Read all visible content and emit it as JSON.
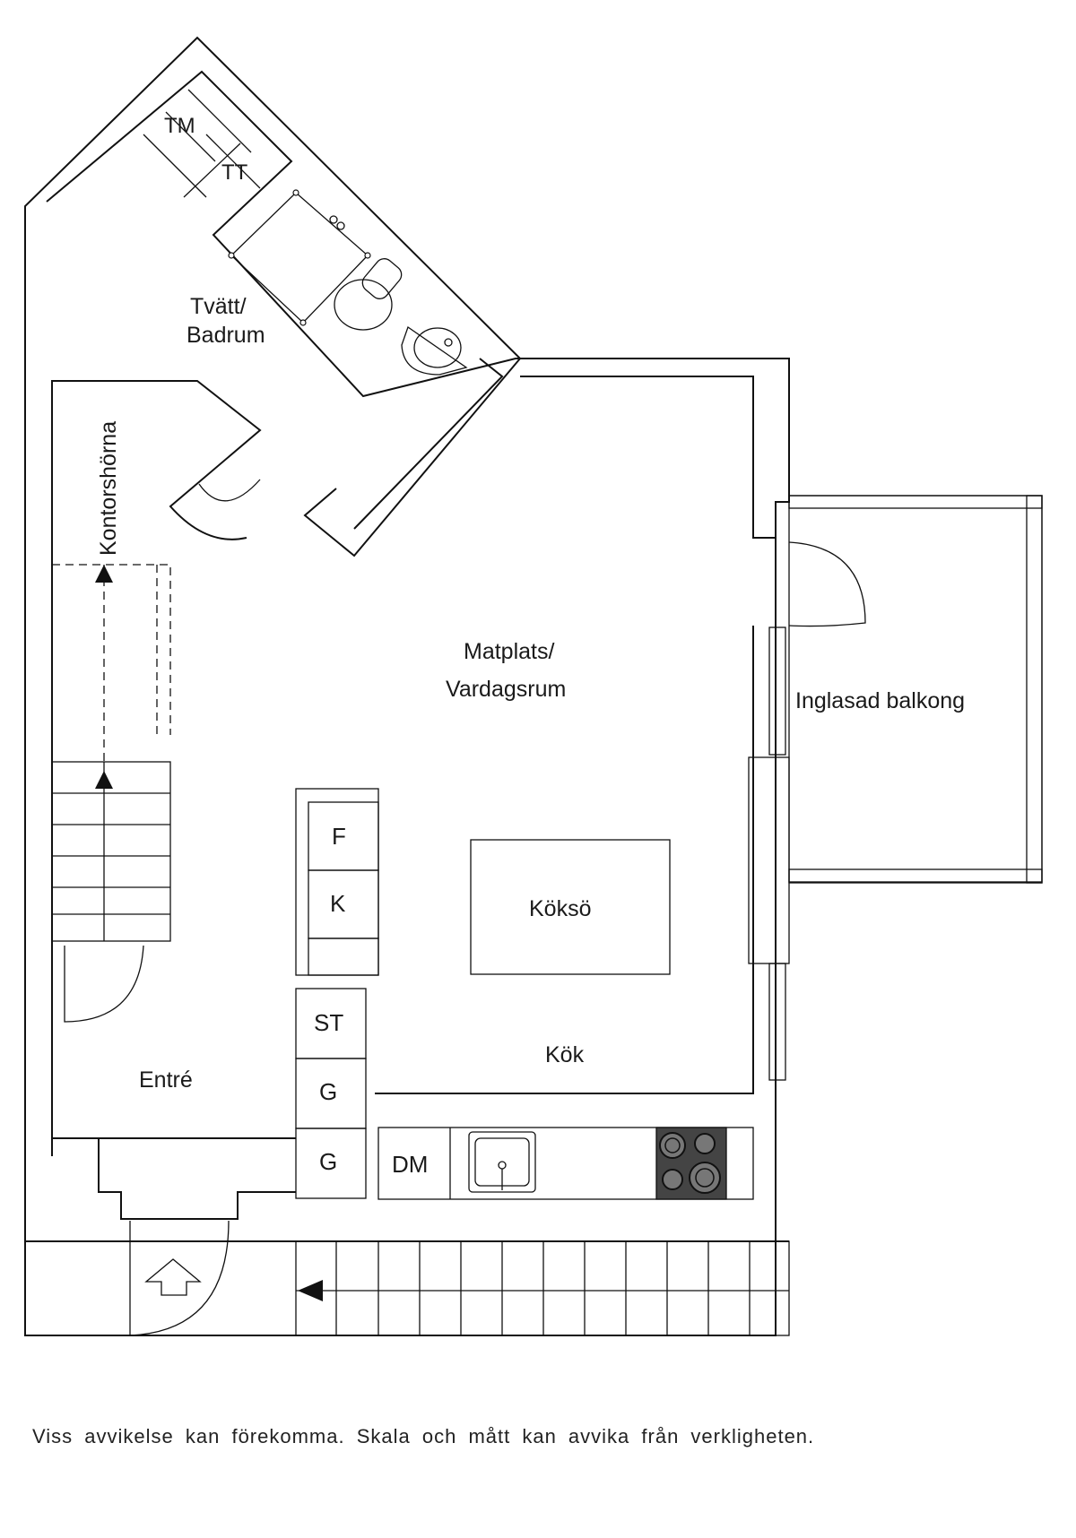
{
  "rooms": {
    "laundry_bath": [
      "Tvätt/",
      "Badrum"
    ],
    "office_corner": "Kontorshörna",
    "dining_living": [
      "Matplats/",
      "Vardagsrum"
    ],
    "balcony": "Inglasad  balkong",
    "island": "Köksö",
    "kitchen": "Kök",
    "entry": "Entré"
  },
  "appliances": {
    "washing_machine": "TM",
    "dryer": "TT",
    "fridge": "F",
    "freezer": "K",
    "cabinet": "ST",
    "wardrobe_1": "G",
    "wardrobe_2": "G",
    "dishwasher": "DM"
  },
  "disclaimer": "Viss avvikelse kan förekomma. Skala och mått kan avvika från verkligheten.",
  "icons": [
    "entry-arrow-icon",
    "stair-direction-arrow-icon",
    "outdoor-stair-arrow-icon",
    "sink-icon",
    "toilet-icon",
    "washbasin-icon",
    "stove-icon",
    "shower-icon"
  ]
}
